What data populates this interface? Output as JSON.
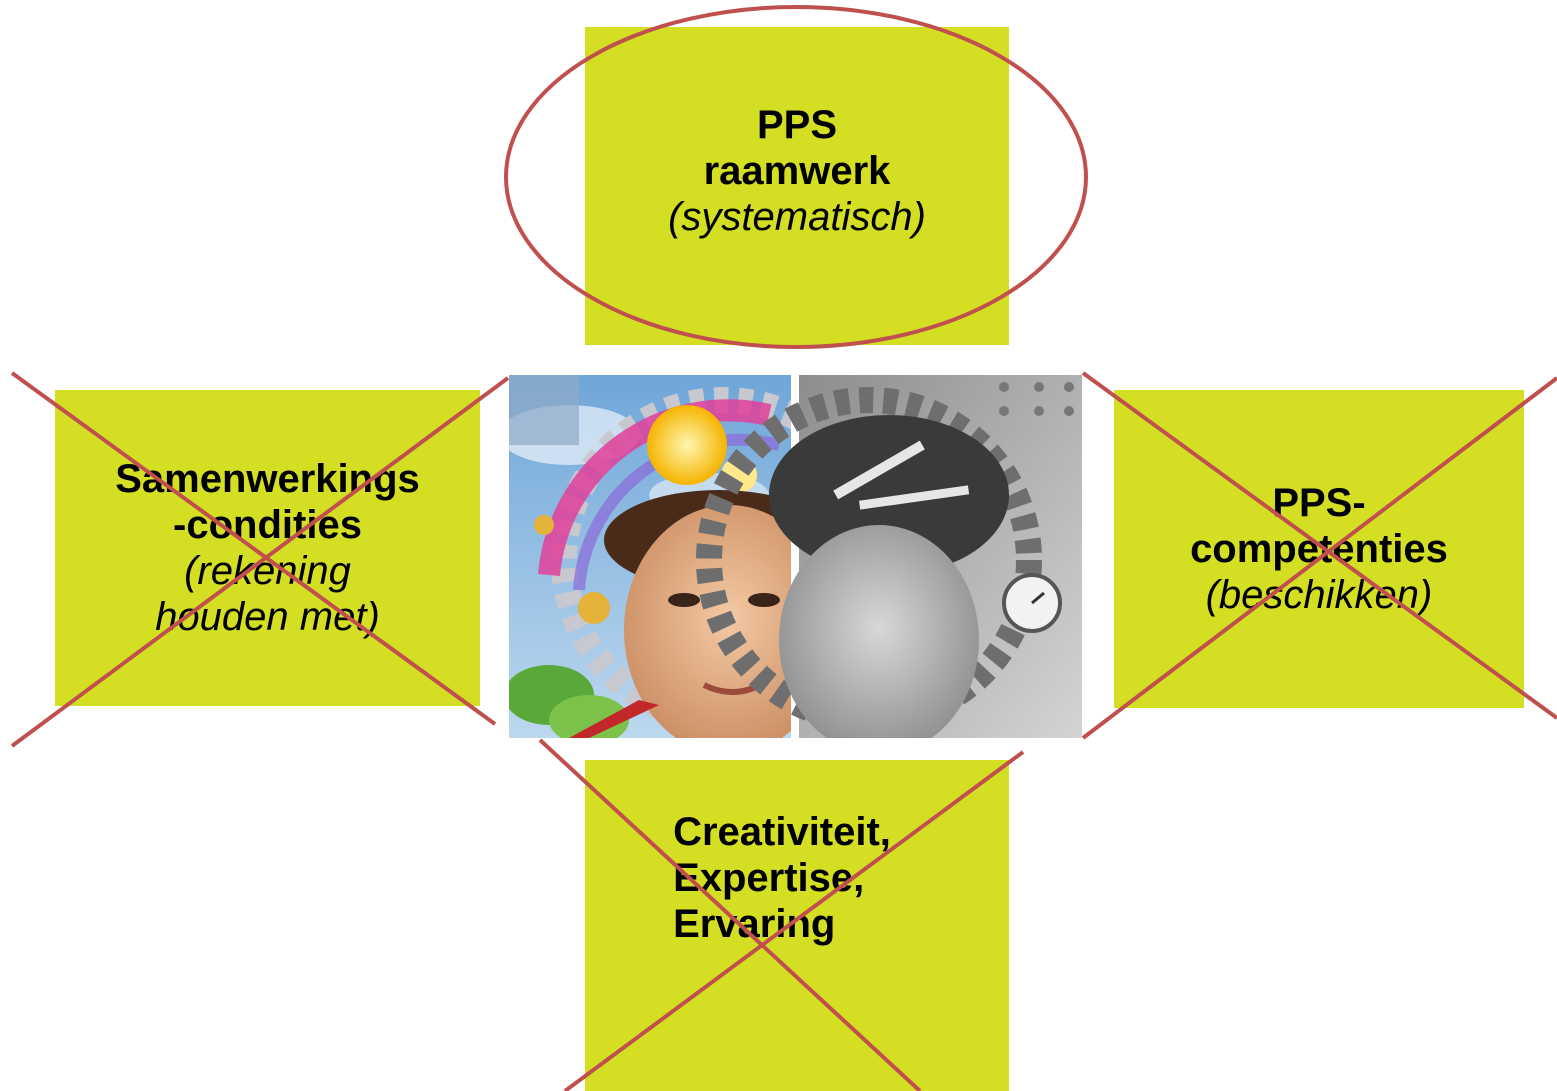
{
  "colors": {
    "box_fill": "#d4de23",
    "mark_red": "#c0504d"
  },
  "boxes": {
    "top": {
      "line1": "PPS",
      "line2": "raamwerk",
      "line3": "(systematisch)",
      "marking": "circled"
    },
    "left": {
      "line1": "Samenwerkings",
      "line2": "-condities",
      "line3": "(rekening",
      "line4": "houden met)",
      "marking": "crossed-out"
    },
    "right": {
      "line1": "PPS-",
      "line2": "competenties",
      "line3": "(beschikken)",
      "marking": "crossed-out"
    },
    "bottom": {
      "line1": "Creativiteit,",
      "line2": "Expertise,",
      "line3": "Ervaring",
      "marking": "crossed-out"
    }
  },
  "center_image": {
    "left_half": "face-creative-colorful",
    "right_half": "face-mechanical-grayscale"
  }
}
